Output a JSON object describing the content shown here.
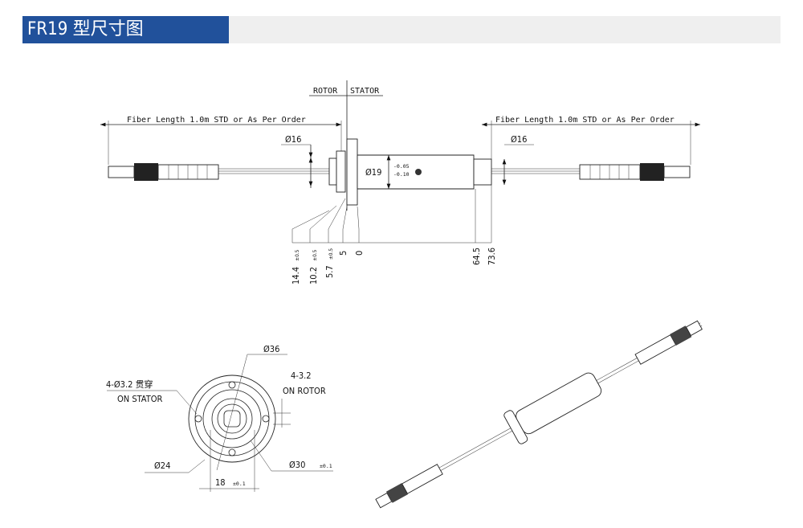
{
  "header": {
    "title": "FR19 型尺寸图"
  },
  "side_view": {
    "rotor_label": "ROTOR",
    "stator_label": "STATOR",
    "fiber_left": "Fiber Length 1.0m STD or As Per Order",
    "fiber_right": "Fiber Length 1.0m STD or As Per Order",
    "dia_left": "Ø16",
    "dia_right": "Ø16",
    "dia_body": "Ø19",
    "dia_body_tol_upper": "-0.05",
    "dia_body_tol_lower": "-0.10",
    "dims": [
      {
        "value": "14.4",
        "tol": "±0.5"
      },
      {
        "value": "10.2",
        "tol": "±0.5"
      },
      {
        "value": "5.7",
        "tol": "±0.5"
      },
      {
        "value": "5",
        "tol": ""
      },
      {
        "value": "0",
        "tol": ""
      },
      {
        "value": "64.5",
        "tol": ""
      },
      {
        "value": "73.6",
        "tol": ""
      }
    ]
  },
  "end_view": {
    "dia_36": "Ø36",
    "holes_stator": "4-Ø3.2 贯穿",
    "holes_stator_sub": "ON STATOR",
    "holes_rotor": "4-3.2",
    "holes_rotor_sub": "ON ROTOR",
    "dia_24": "Ø24",
    "dia_30": "Ø30",
    "dia_30_tol": "±0.1",
    "width_18": "18",
    "width_18_tol": "±0.1"
  }
}
